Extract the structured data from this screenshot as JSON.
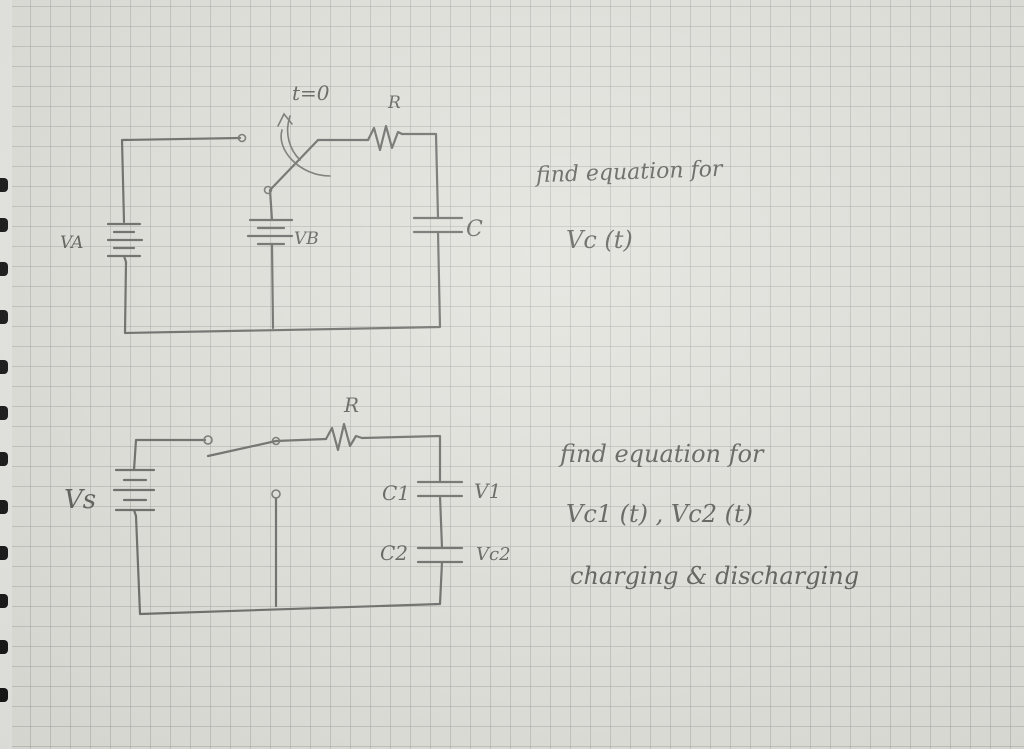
{
  "circuit1": {
    "labels": {
      "source_a": "VA",
      "source_b": "VB",
      "capacitor": "C",
      "resistor": "R",
      "switch_time": "t=0"
    },
    "note_line1": "find equation for",
    "note_line2": "Vc (t)"
  },
  "circuit2": {
    "labels": {
      "source": "Vs",
      "resistor": "R",
      "cap1": "C1",
      "cap2": "C2",
      "v1": "V1",
      "v2": "Vc2"
    },
    "note_line1": "find equation for",
    "note_line2": "Vc1 (t) , Vc2 (t)",
    "note_line3": "charging & discharging"
  },
  "colors": {
    "pencil": "#6b6b68",
    "paper": "#e2e2dc",
    "grid": "#8a8a86"
  }
}
